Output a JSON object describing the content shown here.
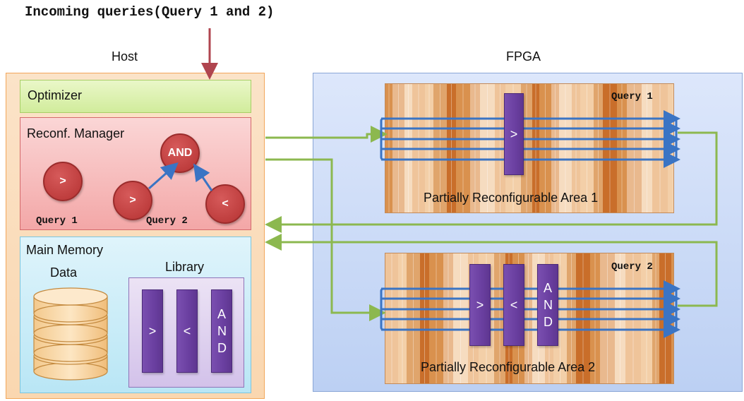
{
  "title": "Incoming queries(Query 1 and 2)",
  "host": {
    "label": "Host",
    "optimizer": "Optimizer",
    "reconf_manager": {
      "label": "Reconf. Manager",
      "query1_label": "Query 1",
      "query2_label": "Query 2",
      "nodes": {
        "q1_gt": ">",
        "q2_and": "AND",
        "q2_gt": ">",
        "q2_lt": "<"
      }
    },
    "main_memory": {
      "label": "Main Memory",
      "data_label": "Data",
      "library": {
        "label": "Library",
        "ops": [
          ">",
          "<",
          "AND"
        ]
      }
    }
  },
  "fpga": {
    "label": "FPGA",
    "area1": {
      "label": "Partially Reconfigurable Area 1",
      "query": "Query 1",
      "ops": [
        ">"
      ]
    },
    "area2": {
      "label": "Partially Reconfigurable Area 2",
      "query": "Query 2",
      "ops": [
        ">",
        "<",
        "AND"
      ]
    }
  },
  "colors": {
    "arrow_red": "#b0454f",
    "arrow_green": "#8cb84f",
    "stream_blue": "#3a74c4",
    "operator_purple": "#6a3fa0"
  }
}
